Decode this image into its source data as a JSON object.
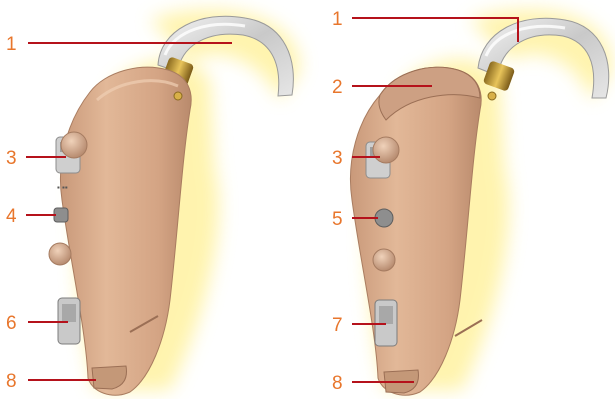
{
  "colors": {
    "label_number": "#e8762c",
    "leader_line": "#b5121b",
    "device_body": "#d9ab8c",
    "glow": "#fff2a0"
  },
  "left_device": {
    "callouts": [
      {
        "num": "1",
        "part": "ear-hook"
      },
      {
        "num": "3",
        "part": "program-switch"
      },
      {
        "num": "4",
        "part": "control-button"
      },
      {
        "num": "6",
        "part": "battery-door"
      },
      {
        "num": "8",
        "part": "bottom-cover"
      }
    ]
  },
  "right_device": {
    "callouts": [
      {
        "num": "1",
        "part": "ear-hook"
      },
      {
        "num": "2",
        "part": "top-cover"
      },
      {
        "num": "3",
        "part": "program-switch"
      },
      {
        "num": "5",
        "part": "control-button"
      },
      {
        "num": "7",
        "part": "battery-door"
      },
      {
        "num": "8",
        "part": "bottom-cover"
      }
    ]
  }
}
